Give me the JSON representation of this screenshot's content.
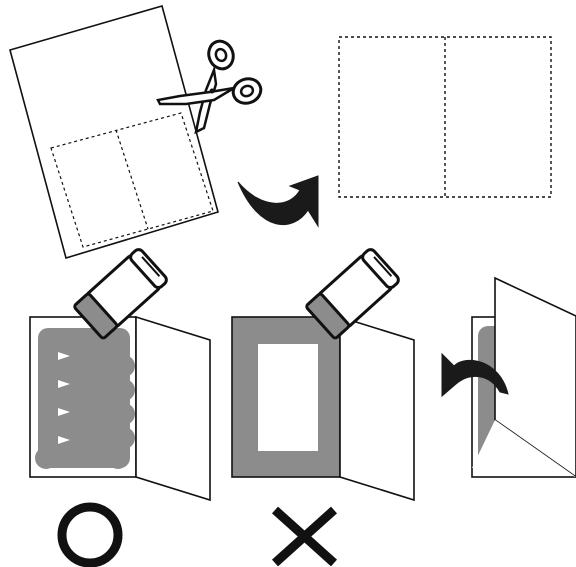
{
  "diagram": {
    "steps": [
      {
        "id": "cut-sheet",
        "icon": "scissors-icon"
      },
      {
        "id": "cut-result",
        "icon": "dashed-folded-card"
      },
      {
        "id": "glue-correct",
        "icon": "glue-stick-icon",
        "mark": "correct-circle"
      },
      {
        "id": "glue-wrong",
        "icon": "glue-stick-icon",
        "mark": "wrong-cross"
      },
      {
        "id": "fold-card",
        "icon": "fold-arrow-icon"
      }
    ],
    "colors": {
      "line": "#111111",
      "glue": "#8c8c8c",
      "paper": "#ffffff",
      "arrow": "#1a1a1a"
    }
  }
}
